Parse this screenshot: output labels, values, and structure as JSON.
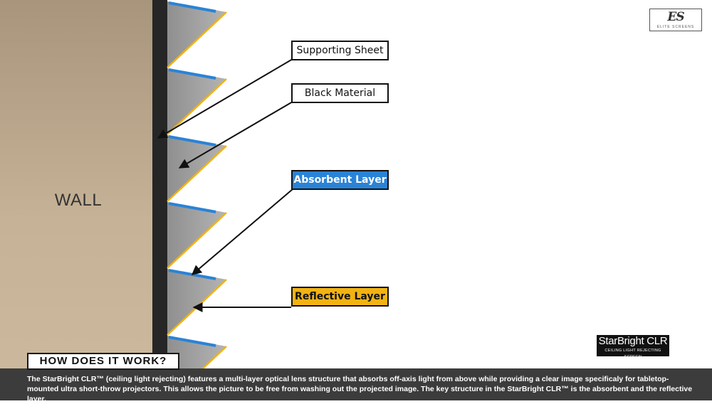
{
  "wall_label": "WALL",
  "callouts": {
    "supporting_sheet": "Supporting Sheet",
    "black_material": "Black Material",
    "absorbent_layer": "Absorbent Layer",
    "reflective_layer": "Reflective Layer"
  },
  "brand_logo": {
    "mark": "ES",
    "subtitle": "ELITE SCREENS"
  },
  "product_logo": {
    "name": "StarBright CLR",
    "tagline": "CEILING LIGHT REJECTING SCREEN"
  },
  "question": "HOW DOES IT WORK?",
  "description": "The StarBright CLR™ (ceiling light rejecting) features a multi-layer optical lens structure that absorbs off-axis light from above while providing a clear image specificaly for tabletop-mounted ultra short-throw projectors. This allows the picture to be free from washing out the projected image. The key structure in the StarBright CLR™ is the absorbent and the reflective layer.",
  "colors": {
    "wall": "#c2ad90",
    "backing": "#262626",
    "prism_fill": "#a7a7a7",
    "absorbent": "#2a83d6",
    "reflective": "#f2b312",
    "footer": "#3c3c3c"
  },
  "icons": [
    "arrow",
    "prism"
  ]
}
